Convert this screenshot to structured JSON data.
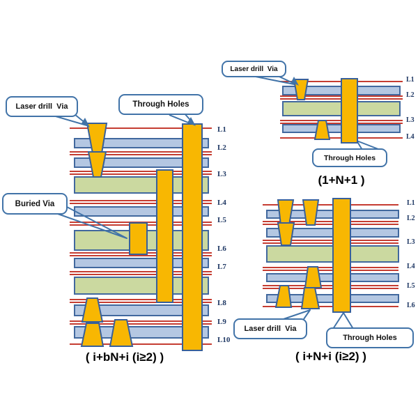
{
  "colors": {
    "gold": "#F8B702",
    "gold_border": "#38609A",
    "blue_fill": "#B4C7E2",
    "green_fill": "#CBD9A0",
    "bar_border": "#41689E",
    "red_line": "#C53C31",
    "callout_border": "#4173A8",
    "label_color": "#1F3864",
    "callout_text": "#111111",
    "caption": "#000000"
  },
  "left_diagram": {
    "caption": "( i+bN+i (i≥2) )",
    "layer_labels": [
      "L1",
      "L2",
      "L3",
      "L4",
      "L5",
      "L6",
      "L7",
      "L8",
      "L9",
      "L10"
    ],
    "callout_laser": "Laser drill  Via",
    "callout_through": "Through Holes",
    "callout_buried": "Buried Via"
  },
  "top_right_diagram": {
    "caption": "(1+N+1 )",
    "layer_labels": [
      "L1",
      "L2",
      "L3",
      "L4"
    ],
    "callout_laser": "Laser drill  Via",
    "callout_through": "Through Holes"
  },
  "bottom_right_diagram": {
    "caption": "( i+N+i (i≥2) )",
    "layer_labels": [
      "L1",
      "L2",
      "L3",
      "L4",
      "L5",
      "L6"
    ],
    "callout_laser": "Laser drill  Via",
    "callout_through": "Through Holes"
  }
}
